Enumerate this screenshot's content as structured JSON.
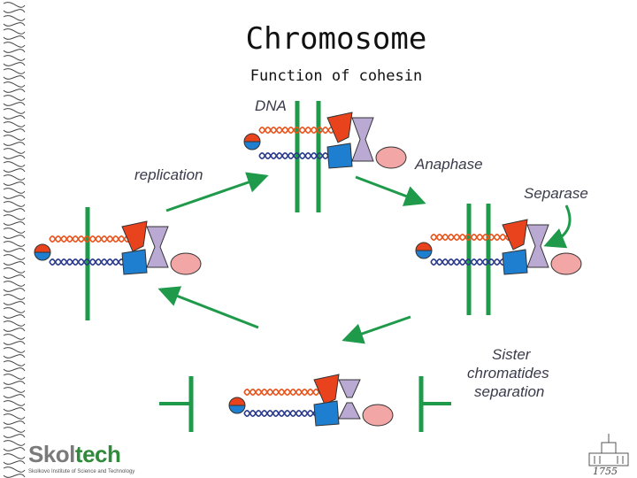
{
  "slide": {
    "title": "Chromosome",
    "subtitle": "Function of cohesin"
  },
  "diagram": {
    "labels": {
      "dna": "DNA",
      "replication": "replication",
      "anaphase": "Anaphase",
      "separase": "Separase",
      "sister_separation": [
        "Sister",
        "chromatides",
        "separation"
      ]
    }
  },
  "branding": {
    "logo_part1": "Skol",
    "logo_part2": "tech",
    "logo_subtitle": "Skolkovo Institute of Science and Technology",
    "year": "1755"
  },
  "colors": {
    "green": "#1e9a4a",
    "red": "#e8431c",
    "blue": "#1e7fd0",
    "purple": "#b9a9d3",
    "pink": "#f3a6a6",
    "helix_red": "#e8531c",
    "helix_navy": "#2a3a8a"
  }
}
